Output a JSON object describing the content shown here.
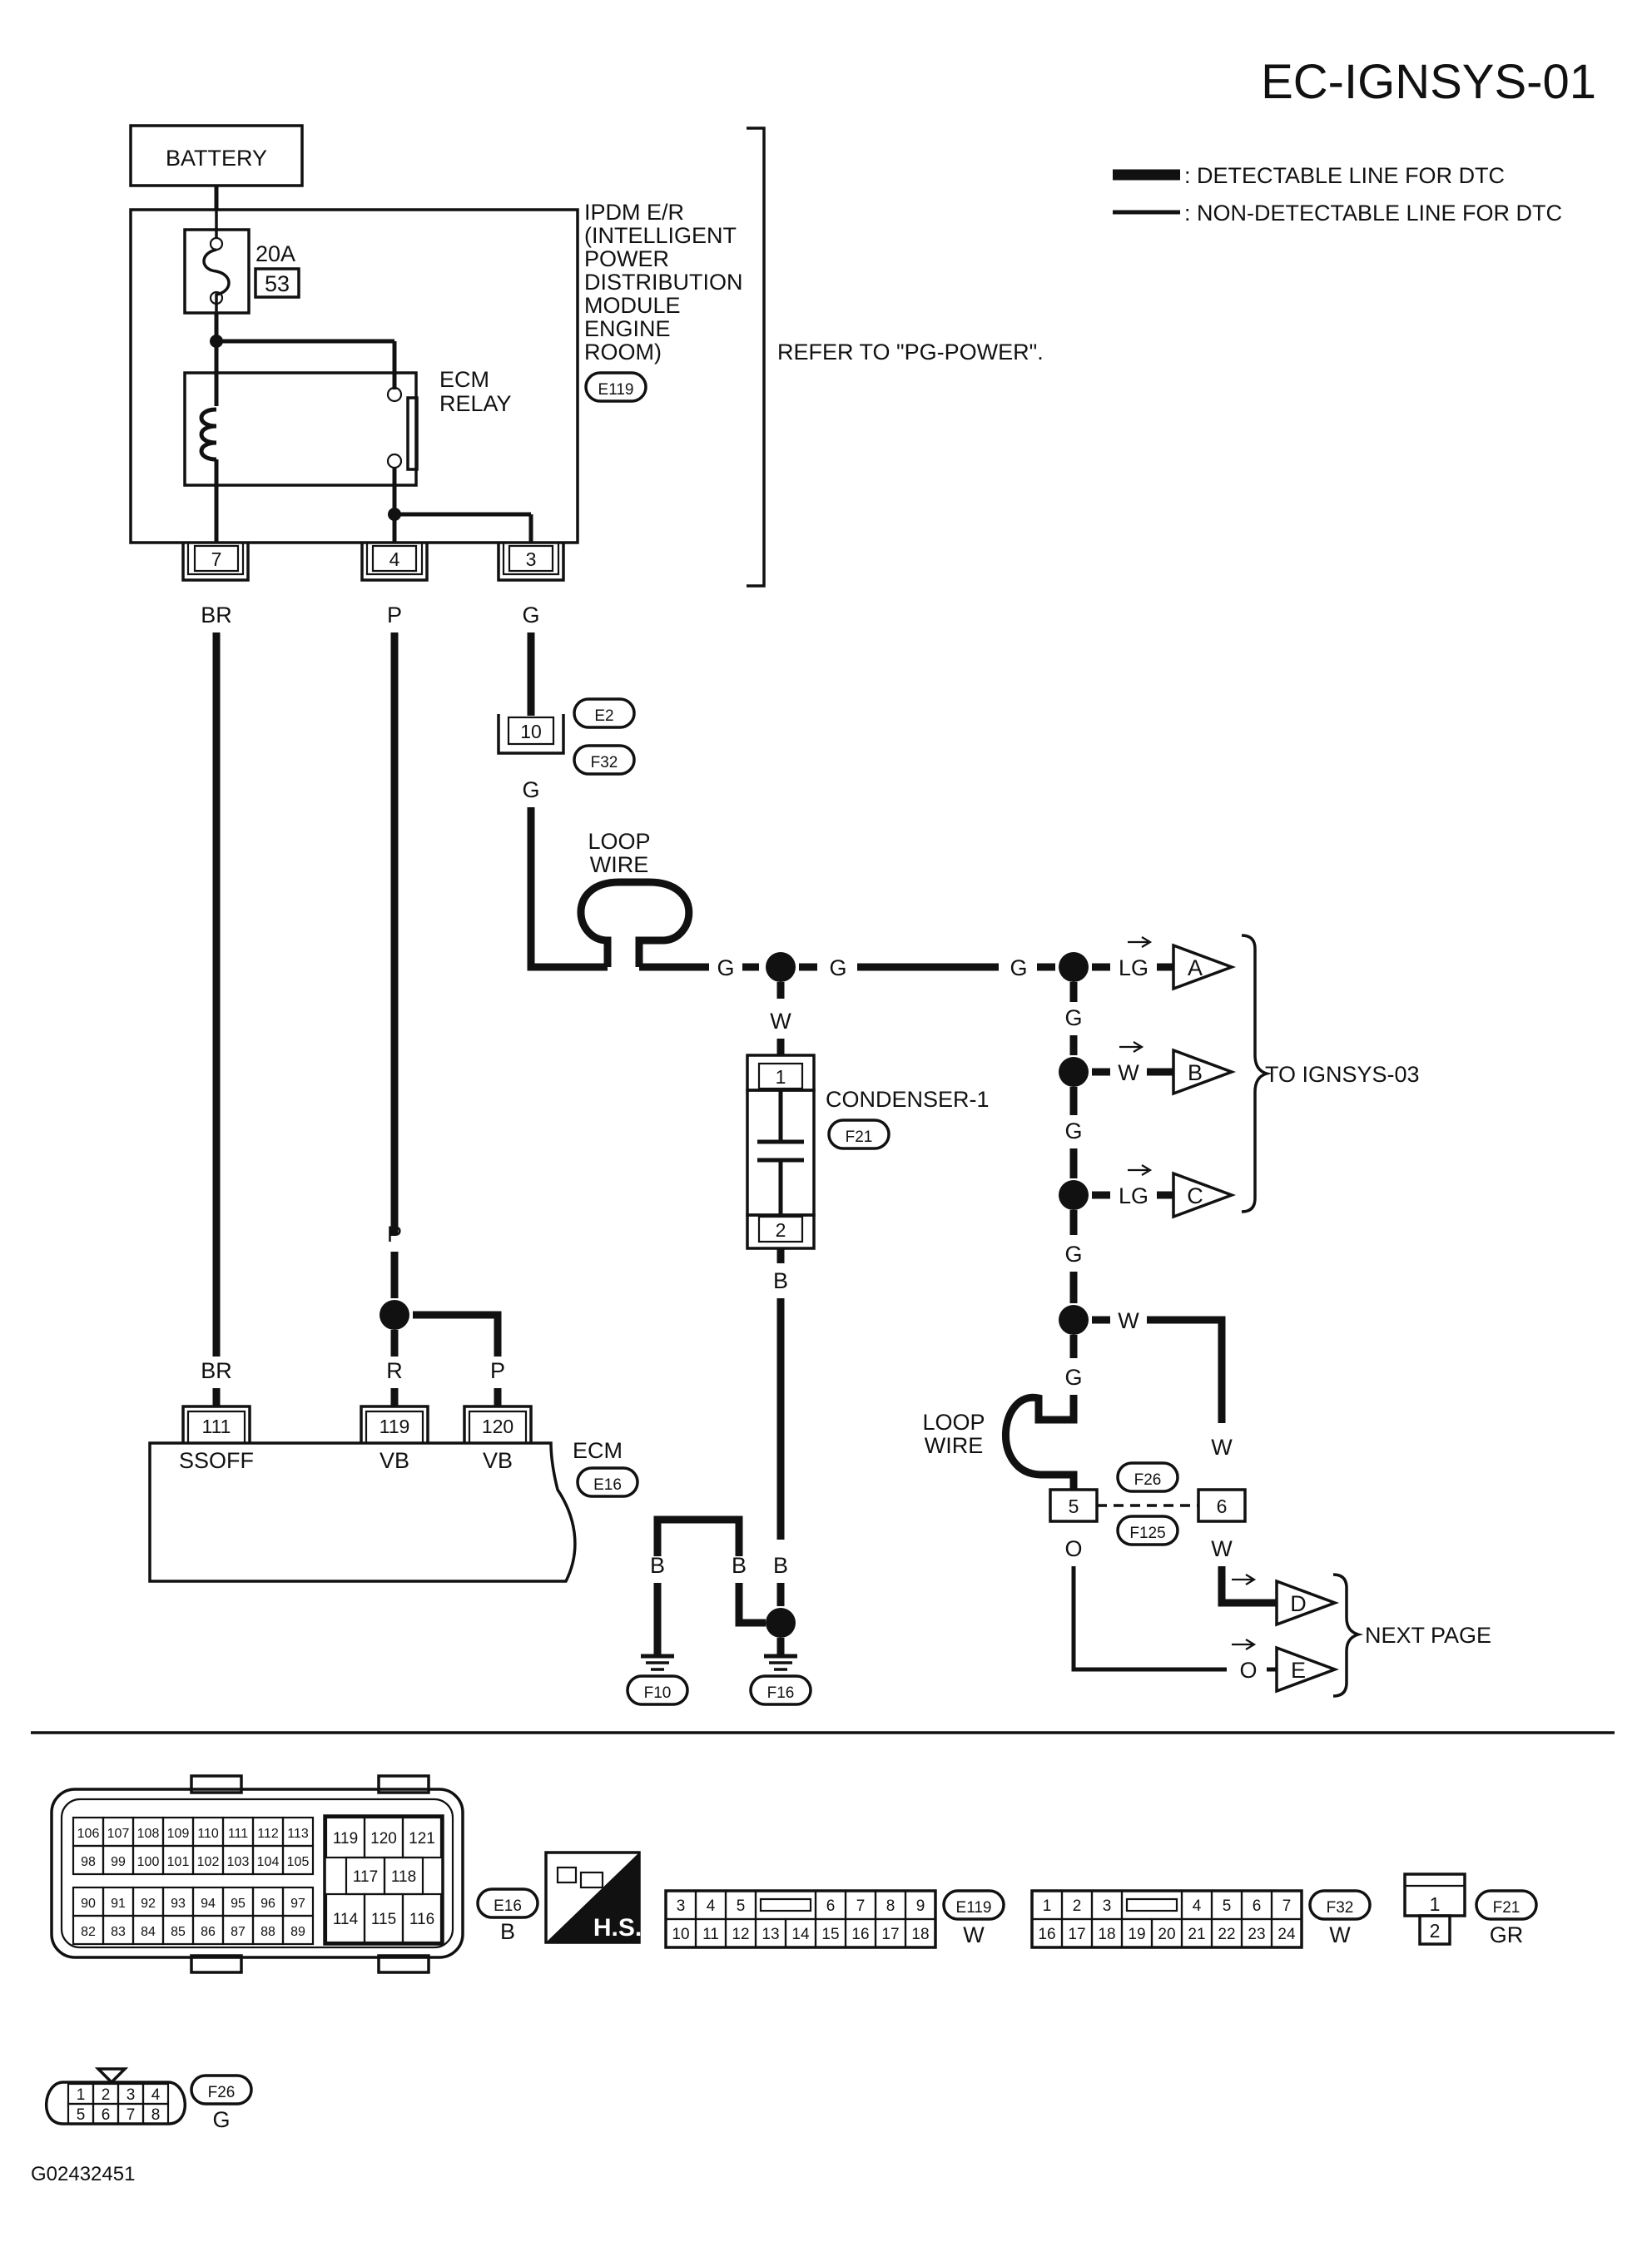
{
  "title": "EC-IGNSYS-01",
  "figure_id": "G02432451",
  "legend": {
    "detectable": ": DETECTABLE LINE FOR DTC",
    "non_detectable": ": NON-DETECTABLE LINE FOR DTC"
  },
  "battery": "BATTERY",
  "fuse": {
    "rating": "20A",
    "number": "53"
  },
  "ipdm": {
    "lines": [
      "IPDM E/R",
      "(INTELLIGENT",
      "POWER",
      "DISTRIBUTION",
      "MODULE",
      "ENGINE",
      "ROOM)"
    ],
    "connector": "E119",
    "refer": "REFER TO \"PG-POWER\"."
  },
  "relay": {
    "line1": "ECM",
    "line2": "RELAY"
  },
  "ipdm_pins": [
    "7",
    "4",
    "3"
  ],
  "wires": {
    "br": "BR",
    "p": "P",
    "g": "G",
    "r": "R",
    "w": "W",
    "b": "B",
    "lg": "LG",
    "o": "O"
  },
  "joint_connector": {
    "pin": "10",
    "top": "E2",
    "bottom": "F32"
  },
  "loop_wire": {
    "line1": "LOOP",
    "line2": "WIRE"
  },
  "condenser": {
    "name": "CONDENSER-1",
    "connector": "F21",
    "pins": [
      "1",
      "2"
    ]
  },
  "ecm": {
    "name": "ECM",
    "connector": "E16",
    "pins": [
      {
        "num": "111",
        "label": "SSOFF"
      },
      {
        "num": "119",
        "label": "VB"
      },
      {
        "num": "120",
        "label": "VB"
      }
    ]
  },
  "grounds": [
    "F10",
    "F16"
  ],
  "f26_link": {
    "pins": [
      "5",
      "6"
    ],
    "top": "F26",
    "bottom": "F125"
  },
  "offpage": {
    "a": "A",
    "b": "B",
    "c": "C",
    "d": "D",
    "e": "E",
    "to_ignsys03": "TO IGNSYS-03",
    "next_page": "NEXT PAGE"
  },
  "connector_views": {
    "e16": {
      "id": "E16",
      "color": "B",
      "rows": [
        [
          "106",
          "107",
          "108",
          "109",
          "110",
          "111",
          "112",
          "113"
        ],
        [
          "98",
          "99",
          "100",
          "101",
          "102",
          "103",
          "104",
          "105"
        ],
        [
          "90",
          "91",
          "92",
          "93",
          "94",
          "95",
          "96",
          "97"
        ],
        [
          "82",
          "83",
          "84",
          "85",
          "86",
          "87",
          "88",
          "89"
        ]
      ],
      "right_top": [
        "119",
        "120",
        "121"
      ],
      "right_mid": [
        "117",
        "118"
      ],
      "right_bot": [
        "114",
        "115",
        "116"
      ]
    },
    "hs": "H.S.",
    "e119": {
      "id": "E119",
      "color": "W",
      "top": [
        "3",
        "4",
        "5",
        "",
        "6",
        "7",
        "8",
        "9"
      ],
      "bottom": [
        "10",
        "11",
        "12",
        "13",
        "14",
        "15",
        "16",
        "17",
        "18"
      ]
    },
    "f32": {
      "id": "F32",
      "color": "W",
      "top": [
        "1",
        "2",
        "3",
        "",
        "4",
        "5",
        "6",
        "7"
      ],
      "bottom": [
        "16",
        "17",
        "18",
        "19",
        "20",
        "21",
        "22",
        "23",
        "24"
      ]
    },
    "f21": {
      "id": "F21",
      "color": "GR",
      "pins": [
        "1",
        "2"
      ]
    },
    "f26": {
      "id": "F26",
      "color": "G",
      "top": [
        "1",
        "2",
        "3",
        "4"
      ],
      "bottom": [
        "5",
        "6",
        "7",
        "8"
      ]
    }
  }
}
